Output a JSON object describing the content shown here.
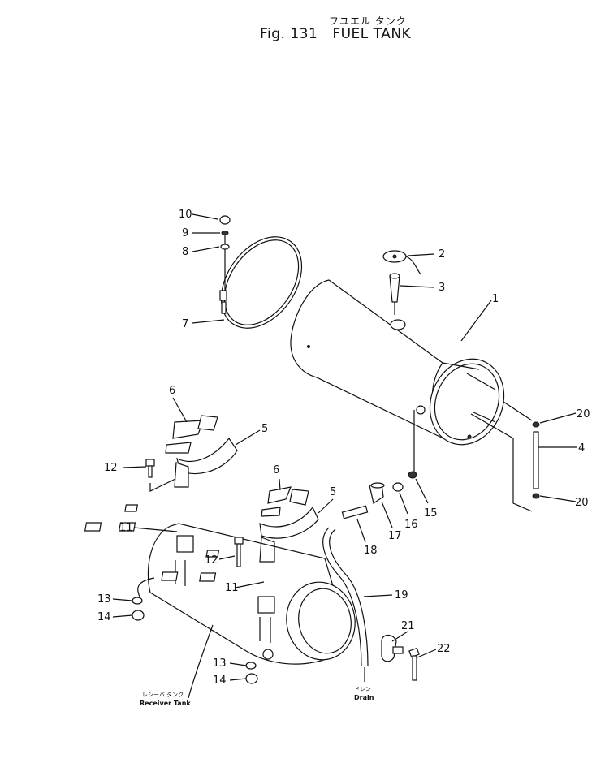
{
  "header": {
    "japanese_title": "フユエル タンク",
    "fig_label": "Fig. 131",
    "title": "FUEL TANK"
  },
  "callouts": {
    "c1": "1",
    "c2": "2",
    "c3": "3",
    "c4": "4",
    "c5a": "5",
    "c5b": "5",
    "c6a": "6",
    "c6b": "6",
    "c7": "7",
    "c8": "8",
    "c9": "9",
    "c10": "10",
    "c11a": "11",
    "c11b": "11",
    "c12a": "12",
    "c12b": "12",
    "c13a": "13",
    "c13b": "13",
    "c14a": "14",
    "c14b": "14",
    "c15": "15",
    "c16": "16",
    "c17": "17",
    "c18": "18",
    "c19": "19",
    "c20a": "20",
    "c20b": "20",
    "c21": "21",
    "c22": "22"
  },
  "captions": {
    "drain_jp": "ドレン",
    "drain_en": "Drain",
    "receiver_jp": "レシーバ タンク",
    "receiver_en": "Receiver Tank"
  }
}
